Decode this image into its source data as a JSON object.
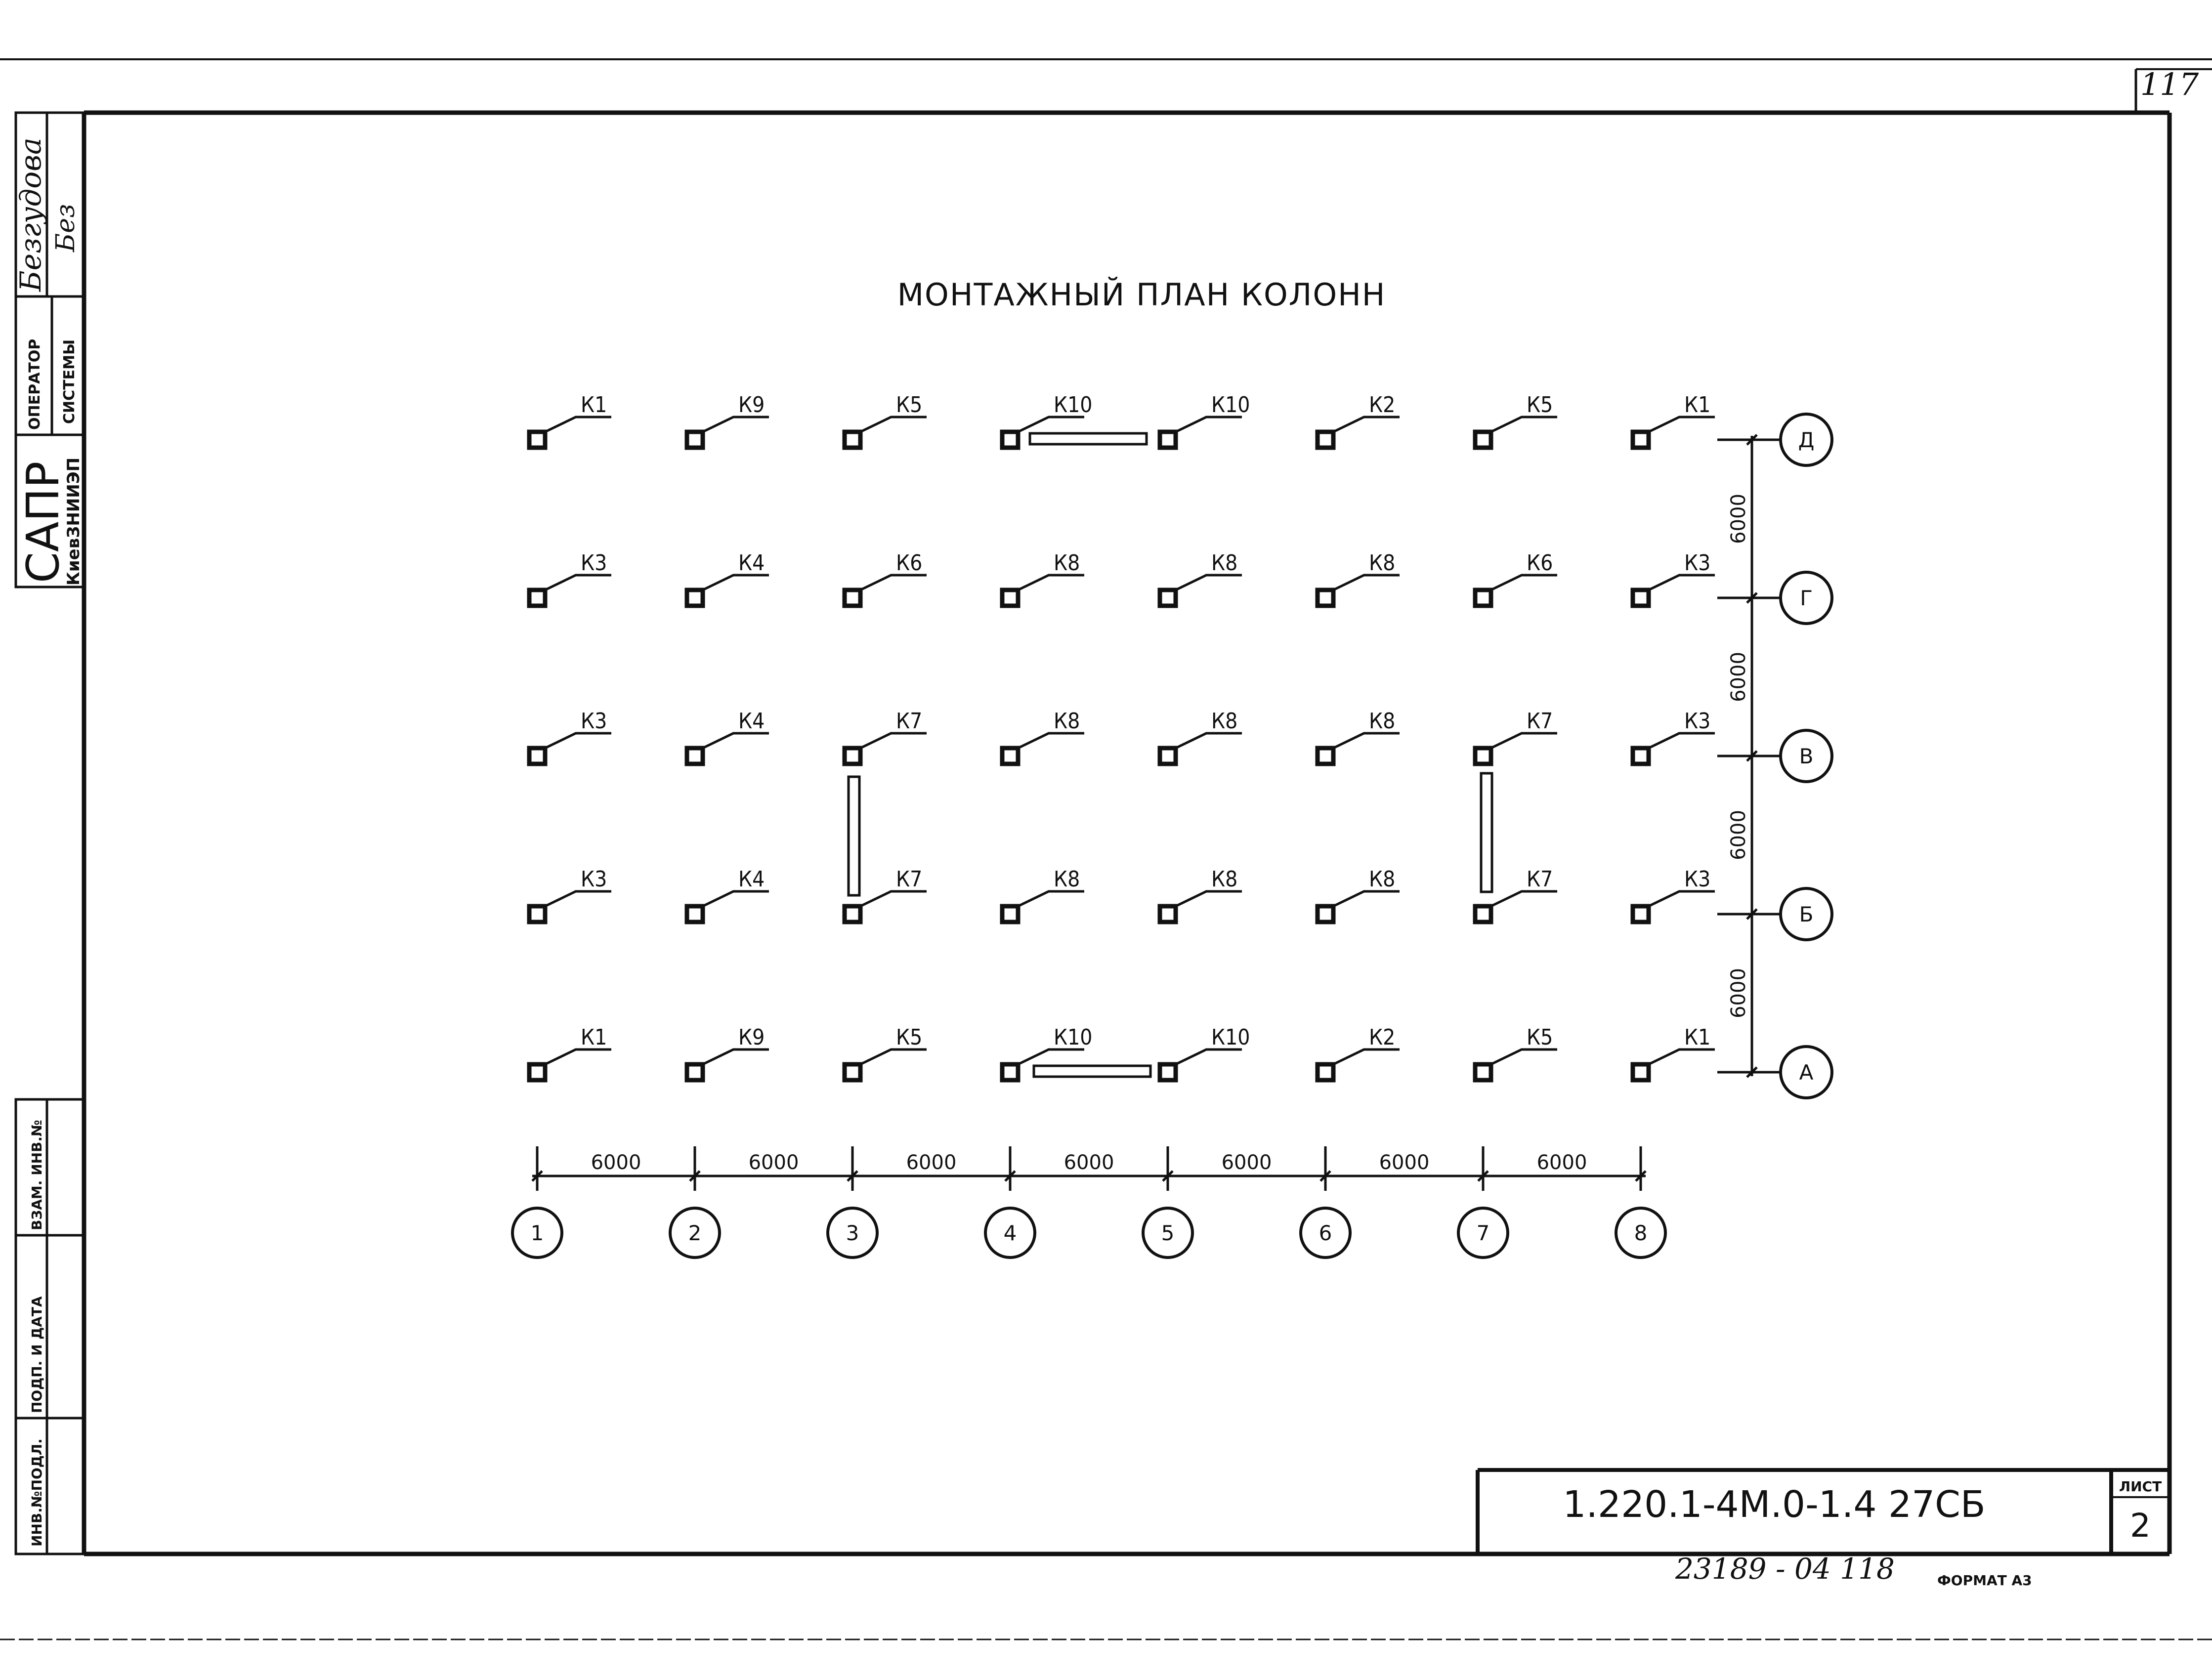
{
  "sheet_number": "117",
  "title": "МОНТАЖНЫЙ ПЛАН КОЛОНН",
  "column_axes": [
    "1",
    "2",
    "3",
    "4",
    "5",
    "6",
    "7",
    "8"
  ],
  "row_axes": [
    "Д",
    "Г",
    "В",
    "Б",
    "А"
  ],
  "spacing_label": "6000",
  "column_marks": [
    [
      "К1",
      "К9",
      "К5",
      "К10",
      "К10",
      "К2",
      "К5",
      "К1"
    ],
    [
      "К3",
      "К4",
      "К6",
      "К8",
      "К8",
      "К8",
      "К6",
      "К3"
    ],
    [
      "К3",
      "К4",
      "К7",
      "К8",
      "К8",
      "К8",
      "К7",
      "К3"
    ],
    [
      "К3",
      "К4",
      "К7",
      "К8",
      "К8",
      "К8",
      "К7",
      "К3"
    ],
    [
      "К1",
      "К9",
      "К5",
      "К10",
      "К10",
      "К2",
      "К5",
      "К1"
    ]
  ],
  "left_stamp": {
    "name": "Безгудова",
    "signature": "Без",
    "operator_line1": "ОПЕРАТОР",
    "operator_line2": "СИСТЕМЫ",
    "org_main": "САПР",
    "org_sub": "КиевЗНИИЭП",
    "fields": [
      "ИНВ.№ПОДЛ.",
      "ПОДП. И ДАТА",
      "ВЗАМ. ИНВ.№"
    ]
  },
  "title_block": {
    "document_code": "1.220.1-4М.0-1.4  27СБ",
    "sheet_label": "ЛИСТ",
    "sheet_value": "2"
  },
  "footer": {
    "handwritten": "23189 - 04   118",
    "format": "ФОРМАТ А3"
  }
}
